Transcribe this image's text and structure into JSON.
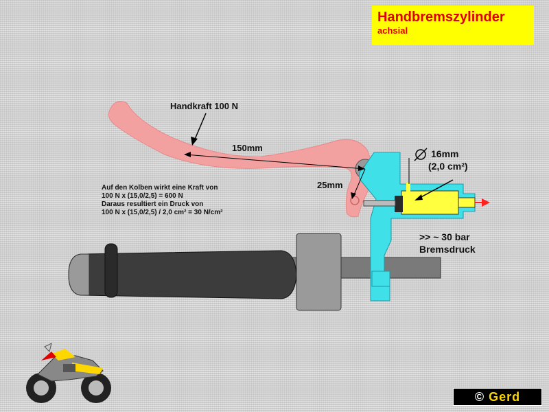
{
  "title": {
    "main": "Handbremszylinder",
    "sub": "achsial"
  },
  "labels": {
    "handkraft": "Handkraft 100 N",
    "lever_long": "150mm",
    "lever_short": "25mm",
    "diameter": "16mm",
    "area": "(2,0 cm²)",
    "pressure_line1": ">> ~ 30 bar",
    "pressure_line2": "Bremsdruck"
  },
  "calculation_note": {
    "line1": "Auf den Kolben wirkt eine Kraft von",
    "line2": "100 N x (15,0/2,5) = 600 N",
    "line3": "Daraus resultiert ein Druck von",
    "line4": "100 N x (15,0/2,5) / 2,0 cm² = 30 N/cm²"
  },
  "logo": {
    "symbol": "©",
    "text": "Gerd"
  },
  "colors": {
    "lever": "#f2a0a0",
    "cylinder_body": "#40e0e8",
    "piston_chamber": "#ffff40",
    "arrow_red": "#ff2020",
    "grip": "#3c3c3c",
    "bar": "#7a7a7a",
    "title_bg": "#ffff00",
    "title_text": "#e00000"
  },
  "icons": {
    "diameter_symbol": "diameter-icon",
    "motorcycle": "motorcycle-icon"
  }
}
